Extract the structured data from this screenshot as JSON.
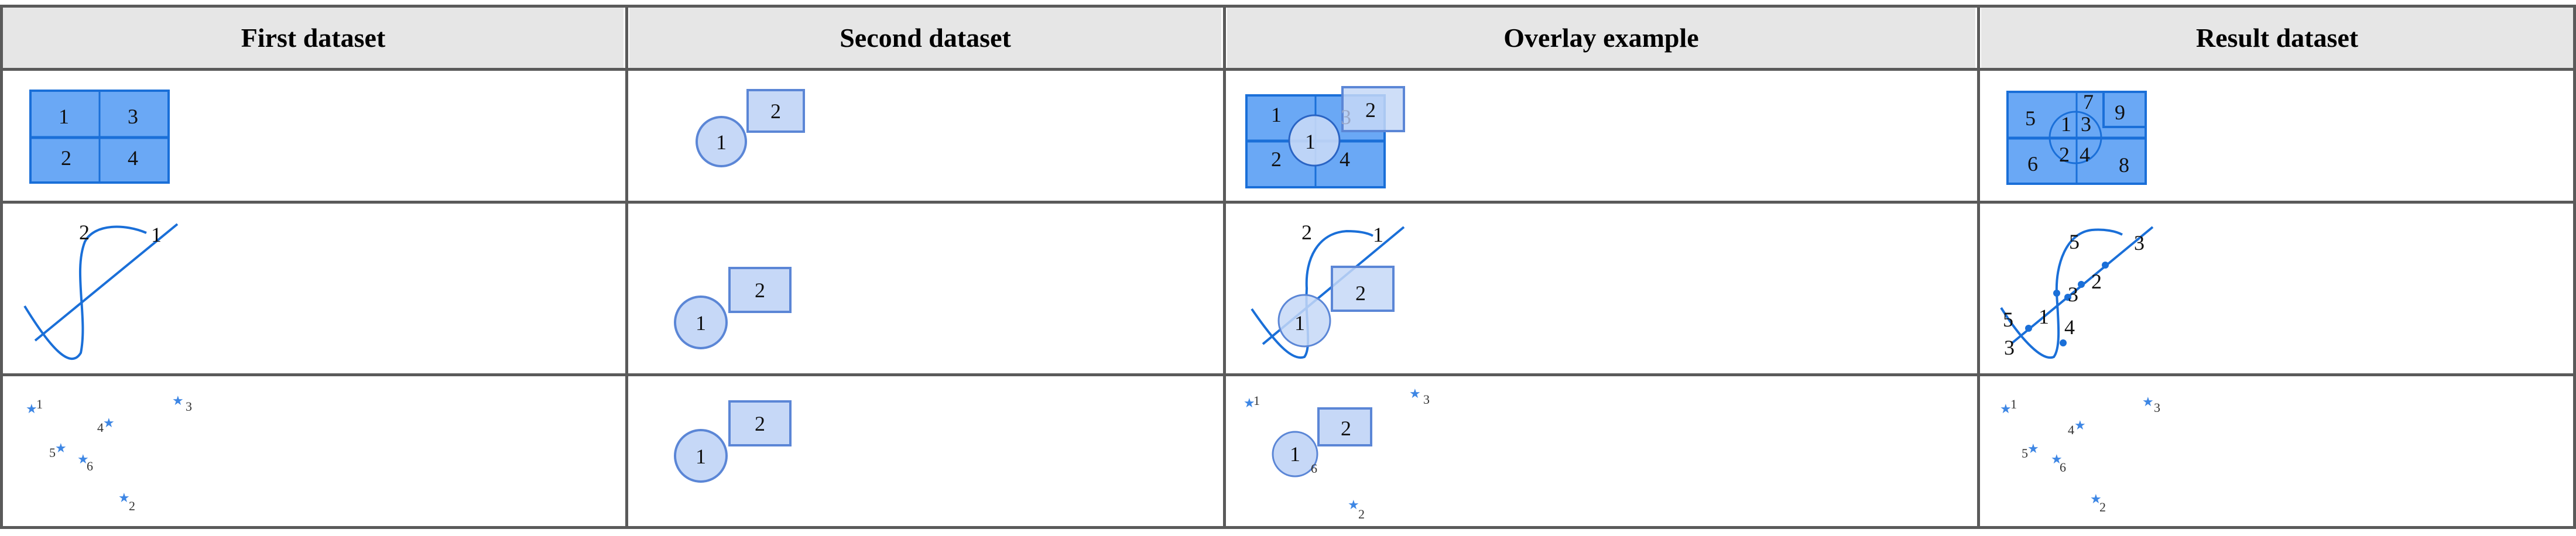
{
  "headers": [
    "First dataset",
    "Second dataset",
    "Overlay example",
    "Result dataset"
  ],
  "colors": {
    "region_fill": "#6aa8f5",
    "region_stroke": "#1a6fd8",
    "overlay_fill": "#c6d8f7",
    "overlay_stroke": "#5b86d6",
    "grid": "#5a5a5a",
    "header_bg": "#e6e6e6",
    "star": "#3d86e4"
  },
  "cells": {
    "r1_first": [
      "1",
      "3",
      "2",
      "4"
    ],
    "r1_second": [
      "1",
      "2"
    ],
    "r1_overlay": [
      "1",
      "2",
      "4",
      "1",
      "2",
      "3"
    ],
    "r1_result": [
      "5",
      "6",
      "1",
      "3",
      "2",
      "4",
      "7",
      "9",
      "8"
    ],
    "r2_first": [
      "2",
      "1"
    ],
    "r2_second": [
      "1",
      "2"
    ],
    "r2_overlay": [
      "2",
      "1",
      "1",
      "2"
    ],
    "r2_result": [
      "5",
      "3",
      "2",
      "3",
      "1",
      "5",
      "4",
      "3"
    ],
    "r3_first": [
      "1",
      "3",
      "4",
      "5",
      "6",
      "2"
    ],
    "r3_second": [
      "1",
      "2"
    ],
    "r3_overlay": [
      "1",
      "3",
      "2",
      "1",
      "6",
      "2"
    ],
    "r3_result": [
      "1",
      "3",
      "4",
      "5",
      "6",
      "2"
    ]
  }
}
